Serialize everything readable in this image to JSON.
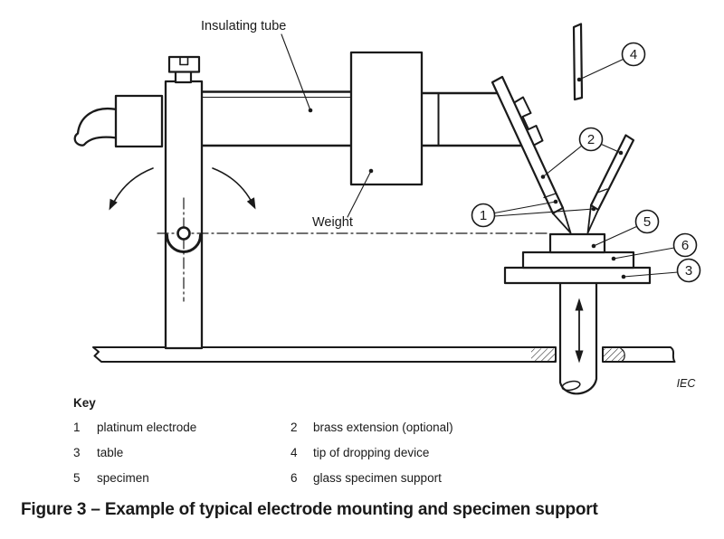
{
  "figure": {
    "labels": {
      "insulating_tube": "Insulating tube",
      "weight": "Weight",
      "credit": "IEC"
    },
    "callouts": {
      "c1": "1",
      "c2": "2",
      "c3": "3",
      "c4": "4",
      "c5": "5",
      "c6": "6"
    }
  },
  "key": {
    "title": "Key",
    "entries": [
      {
        "num": "1",
        "label": "platinum electrode"
      },
      {
        "num": "2",
        "label": "brass extension (optional)"
      },
      {
        "num": "3",
        "label": "table"
      },
      {
        "num": "4",
        "label": "tip of dropping device"
      },
      {
        "num": "5",
        "label": "specimen"
      },
      {
        "num": "6",
        "label": "glass specimen support"
      }
    ]
  },
  "caption": "Figure 3 – Example of typical electrode mounting and specimen support",
  "colors": {
    "line": "#1a1a1a",
    "background": "#ffffff"
  }
}
